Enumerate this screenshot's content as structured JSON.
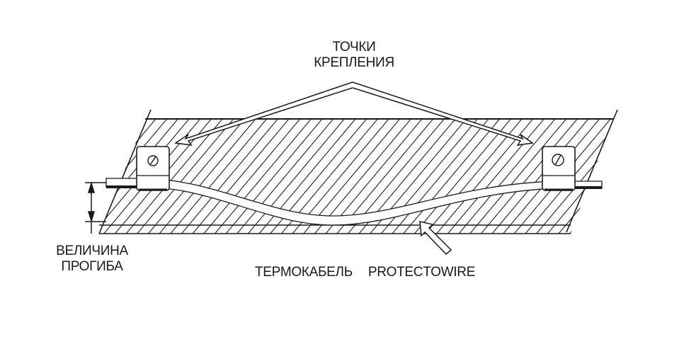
{
  "labels": {
    "mount_points_line1": "ТОЧКИ",
    "mount_points_line2": "КРЕПЛЕНИЯ",
    "sag_line1": "ВЕЛИЧИНА",
    "sag_line2": "ПРОГИБА",
    "cable_word1": "ТЕРМОКАБЕЛЬ",
    "cable_word2": "PROTECTOWIRE"
  },
  "colors": {
    "line": "#1a1a1a",
    "background": "#ffffff"
  }
}
